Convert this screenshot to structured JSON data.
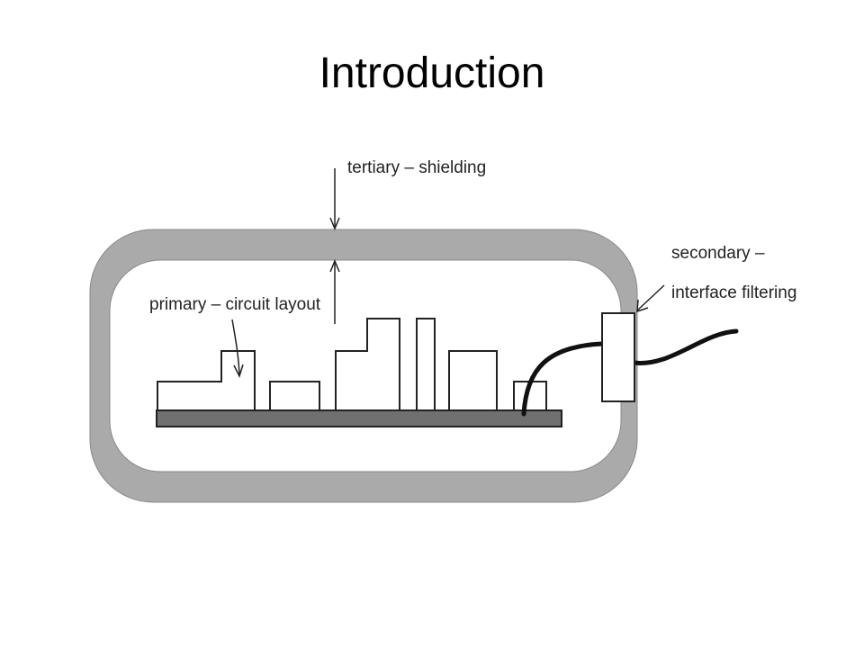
{
  "slide": {
    "title": "Introduction"
  },
  "diagram": {
    "labels": {
      "tertiary": "tertiary – shielding",
      "secondary_line1": "secondary –",
      "secondary_line2": "interface filtering",
      "primary": "primary – circuit layout"
    },
    "colors": {
      "shield": "#aaaaaa",
      "board": "#707070",
      "stroke": "#222222",
      "background": "#ffffff"
    }
  }
}
